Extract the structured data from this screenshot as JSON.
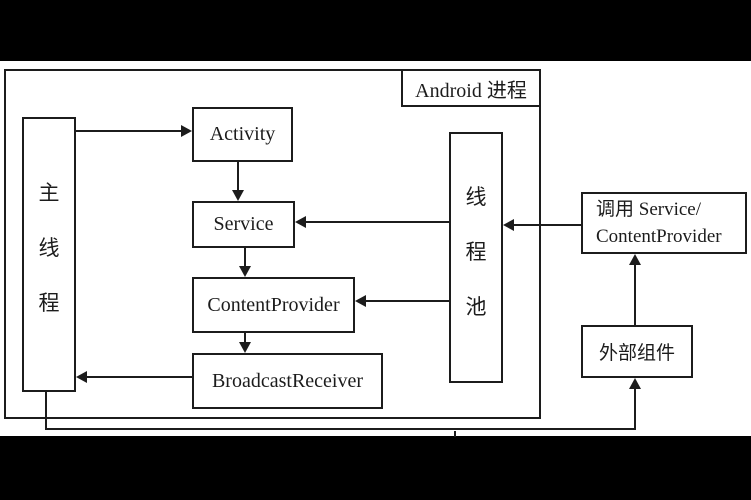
{
  "diagram": {
    "title": "Android 进程",
    "nodes": {
      "main_thread": {
        "label": "主线程",
        "chars": [
          "主",
          "线",
          "程"
        ]
      },
      "activity": {
        "label": "Activity"
      },
      "service": {
        "label": "Service"
      },
      "content_provider": {
        "label": "ContentProvider"
      },
      "broadcast_receiver": {
        "label": "BroadcastReceiver"
      },
      "thread_pool": {
        "label": "线程池",
        "chars": [
          "线",
          "程",
          "池"
        ]
      },
      "call_service": {
        "line1": "调用 Service/",
        "line2": "ContentProvider"
      },
      "external_component": {
        "label": "外部组件"
      }
    },
    "colors": {
      "line": "#1c1c1c",
      "background": "#ffffff",
      "bar": "#000000"
    }
  }
}
